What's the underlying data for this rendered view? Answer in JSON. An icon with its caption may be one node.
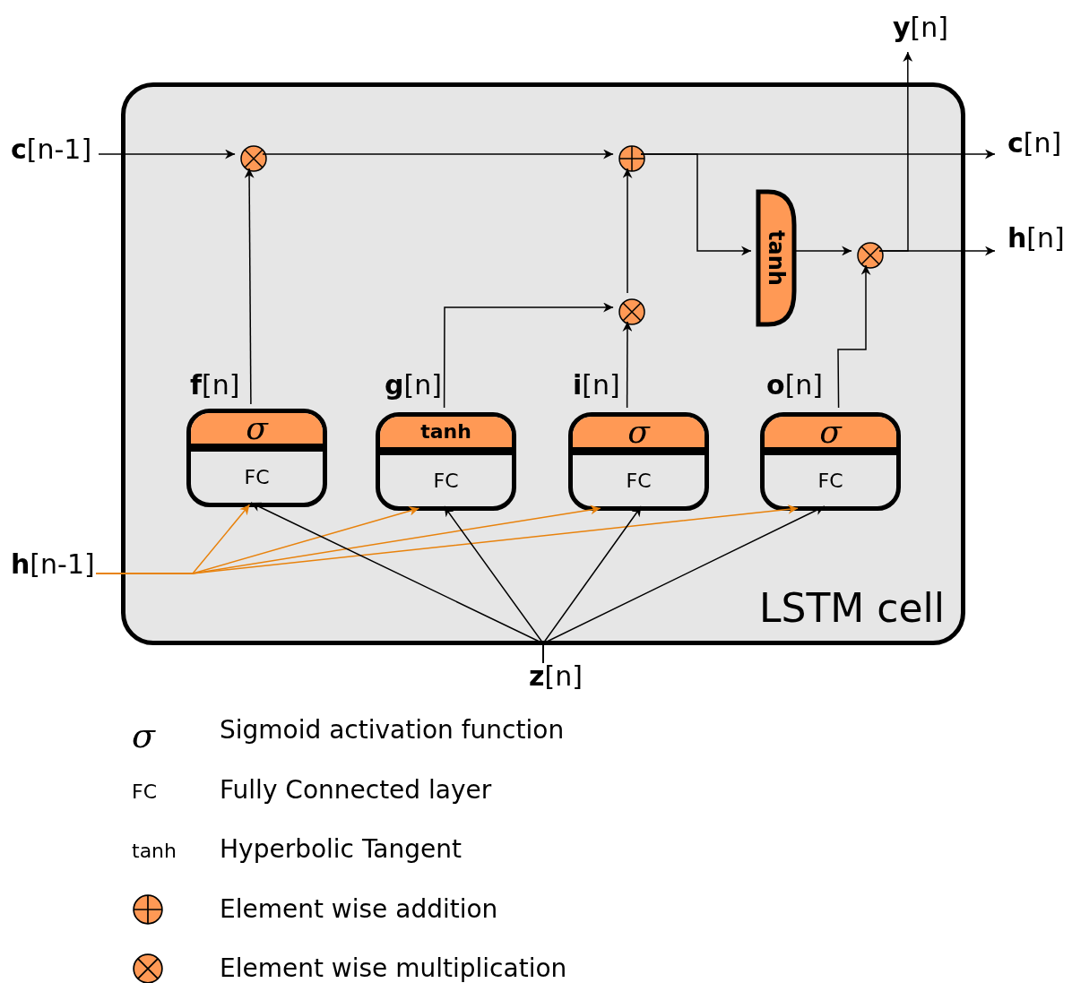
{
  "diagram": {
    "nodes": [
      {
        "text": [
          "LSTM cell"
        ]
      },
      {
        "text": [
          "**c**[n-1]"
        ]
      },
      {
        "text": [
          "**h**[n-1]"
        ]
      },
      {
        "text": [
          "**z**[n]"
        ]
      },
      {
        "text": [
          "**y**[n]"
        ]
      },
      {
        "text": [
          "**c**[n]"
        ]
      },
      {
        "text": [
          "**h**[n]"
        ]
      },
      {
        "text": [],
        "shape": "circle",
        "in": 0
      },
      {
        "text": [],
        "shape": "circle",
        "in": 0
      },
      {
        "text": [],
        "shape": "circle",
        "in": 0
      },
      {
        "text": [
          "tanh"
        ],
        "in": 0
      },
      {
        "text": [],
        "shape": "circle",
        "in": 0
      },
      {
        "text": [
          "σ",
          "FC"
        ],
        "beside": [
          "**f**[n]"
        ],
        "in": 0
      },
      {
        "text": [
          "tanh",
          "FC"
        ],
        "beside": [
          "**g**[n]"
        ],
        "in": 0
      },
      {
        "text": [
          "σ",
          "FC"
        ],
        "beside": [
          "**i**[n]"
        ],
        "in": 0
      },
      {
        "text": [
          "σ",
          "FC"
        ],
        "beside": [
          "**o**[n]"
        ],
        "in": 0
      }
    ],
    "edges": [
      {
        "from": 1,
        "to": 7,
        "arrow": "to"
      },
      {
        "from": 7,
        "to": 8,
        "arrow": "to"
      },
      {
        "from": 8,
        "to": 5,
        "arrow": "to"
      },
      {
        "from": 8,
        "to": 10,
        "arrow": "to"
      },
      {
        "from": 10,
        "to": 11,
        "arrow": "to"
      },
      {
        "from": 11,
        "to": 6,
        "arrow": "to"
      },
      {
        "from": 11,
        "to": 4,
        "arrow": "to"
      },
      {
        "from": 12,
        "to": 7,
        "arrow": "to"
      },
      {
        "from": 13,
        "to": 9,
        "arrow": "to"
      },
      {
        "from": 14,
        "to": 9,
        "arrow": "to"
      },
      {
        "from": 9,
        "to": 8,
        "arrow": "to"
      },
      {
        "from": 15,
        "to": 11,
        "arrow": "to"
      },
      {
        "from": 2,
        "to": 12,
        "arrow": "to",
        "color": "#e8820c"
      },
      {
        "from": 2,
        "to": 13,
        "arrow": "to",
        "color": "#e8820c"
      },
      {
        "from": 2,
        "to": 14,
        "arrow": "to",
        "color": "#e8820c"
      },
      {
        "from": 2,
        "to": 15,
        "arrow": "to",
        "color": "#e8820c"
      },
      {
        "from": 3,
        "to": 12,
        "arrow": "to"
      },
      {
        "from": 3,
        "to": 13,
        "arrow": "to"
      },
      {
        "from": 3,
        "to": 14,
        "arrow": "to"
      },
      {
        "from": 3,
        "to": 15,
        "arrow": "to"
      }
    ],
    "labels": [
      "σ",
      "FC",
      "tanh"
    ],
    "legend": [
      {
        "text": "Sigmoid activation function"
      },
      {
        "text": "Fully Connected layer"
      },
      {
        "text": "Hyperbolic Tangent"
      },
      {
        "text": "Element wise addition"
      },
      {
        "text": "Element wise multiplication"
      }
    ]
  }
}
